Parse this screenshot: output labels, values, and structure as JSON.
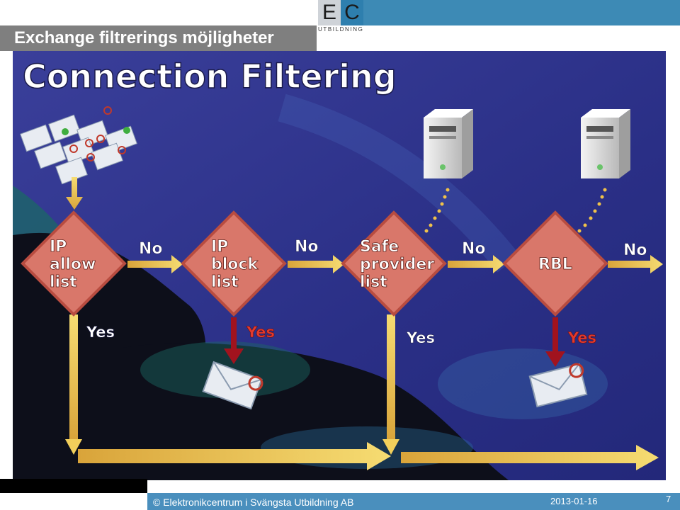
{
  "slide": {
    "title": "Exchange filtrerings möjligheter",
    "logo": {
      "letter1": "E",
      "letter2": "C",
      "sub": "UTBILDNING"
    },
    "footer": {
      "copyright": "© Elektronikcentrum i Svängsta Utbildning AB",
      "date": "2013-01-16",
      "page": "7"
    }
  },
  "diagram": {
    "heading": "Connection Filtering",
    "nodes": [
      {
        "lines": [
          "IP",
          "allow",
          "list"
        ]
      },
      {
        "lines": [
          "IP",
          "block",
          "list"
        ]
      },
      {
        "lines": [
          "Safe",
          "provider",
          "list"
        ]
      },
      {
        "lines": [
          "RBL"
        ]
      }
    ],
    "edges": {
      "no": "No",
      "yes": "Yes"
    },
    "colors": {
      "diamond_fill": "#d9776a",
      "diamond_edge": "#b84c40",
      "arrow_yellow": "#f2cf5b",
      "red_arrow": "#a1131e",
      "red_text": "#e23a2c",
      "bg_blue": "#2a2f86"
    }
  }
}
